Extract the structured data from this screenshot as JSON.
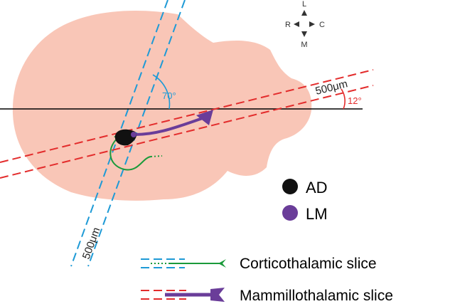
{
  "colors": {
    "brain": "#f9c6b7",
    "ad": "#111111",
    "lm": "#6a3d99",
    "cortico_line": "#1e9ad6",
    "mammillo_line": "#e32c2c",
    "axon_green": "#1a9a3a"
  },
  "compass": {
    "top": "L",
    "left": "R",
    "right": "C",
    "bottom": "M"
  },
  "angles": {
    "cortico": "70°",
    "mammillo": "12°"
  },
  "thickness": {
    "cortico": "500μm",
    "mammillo": "500μm"
  },
  "legend": {
    "ad_label": "AD",
    "lm_label": "LM",
    "cortico_label": "Corticothalamic slice",
    "mammillo_label": "Mammillothalamic slice"
  }
}
